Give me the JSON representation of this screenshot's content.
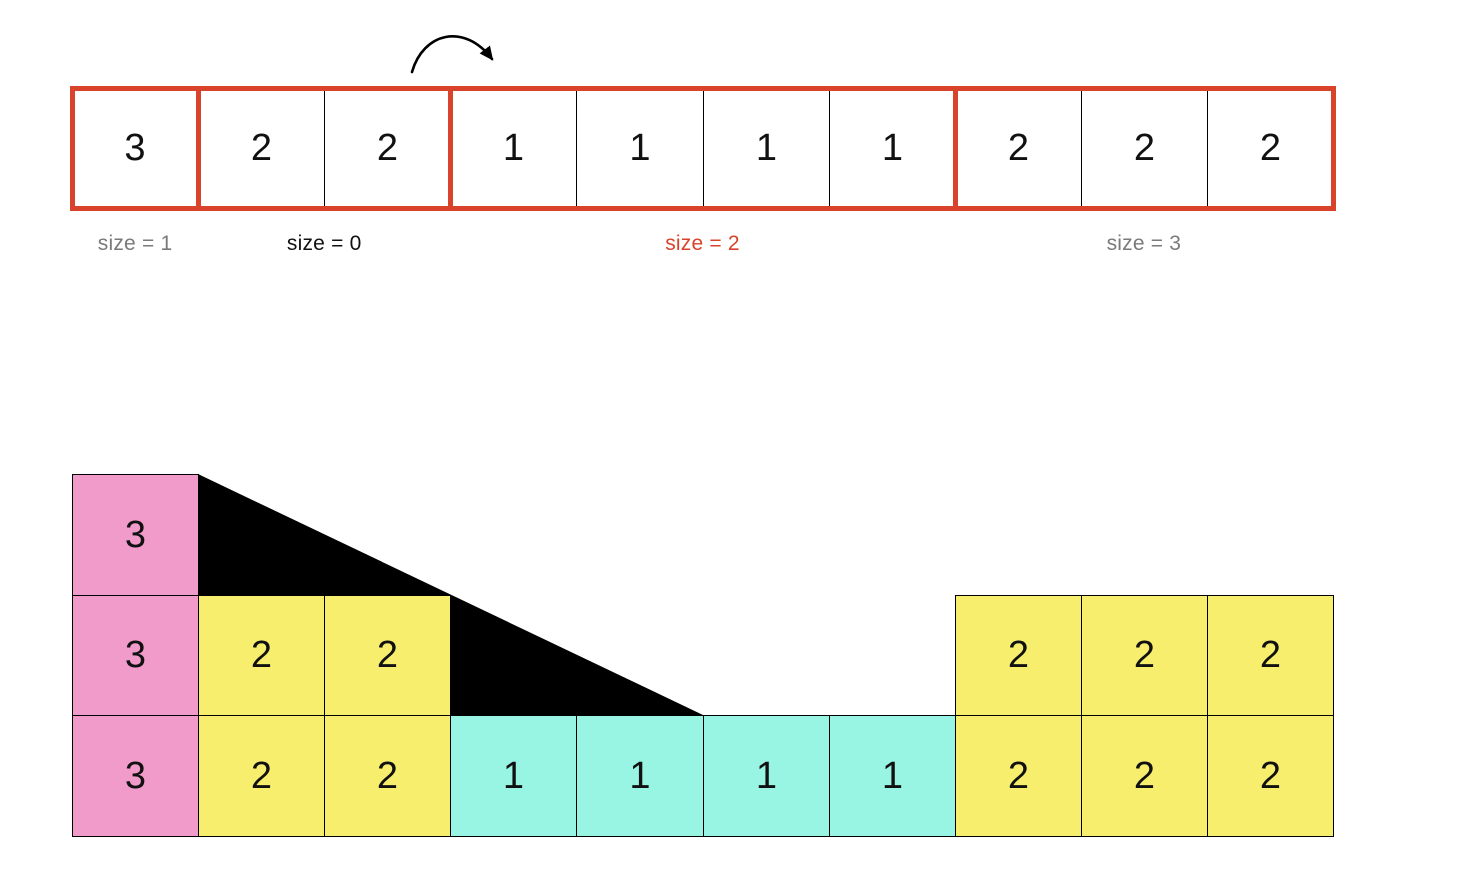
{
  "array": {
    "values": [
      "3",
      "2",
      "2",
      "1",
      "1",
      "1",
      "1",
      "2",
      "2",
      "2"
    ],
    "groups": [
      {
        "label": "size = 1",
        "color": "gray",
        "start": 0,
        "count": 1
      },
      {
        "label": "size = 0",
        "color": "black",
        "start": 1,
        "count": 2
      },
      {
        "label": "size = 2",
        "color": "red",
        "start": 3,
        "count": 4
      },
      {
        "label": "size = 3",
        "color": "gray",
        "start": 7,
        "count": 3
      }
    ]
  },
  "histogram": {
    "columns": [
      {
        "value": "3",
        "height": 3,
        "color": "pink"
      },
      {
        "value": "2",
        "height": 2,
        "color": "yellow"
      },
      {
        "value": "2",
        "height": 2,
        "color": "yellow"
      },
      {
        "value": "1",
        "height": 1,
        "color": "cyan"
      },
      {
        "value": "1",
        "height": 1,
        "color": "cyan"
      },
      {
        "value": "1",
        "height": 1,
        "color": "cyan"
      },
      {
        "value": "1",
        "height": 1,
        "color": "cyan"
      },
      {
        "value": "2",
        "height": 2,
        "color": "yellow"
      },
      {
        "value": "2",
        "height": 2,
        "color": "yellow"
      },
      {
        "value": "2",
        "height": 2,
        "color": "yellow"
      }
    ],
    "max_height": 3
  },
  "icons": {
    "jump_arrow": "curved-jump-arrow"
  },
  "colors": {
    "frame_red": "#d9432b",
    "label_red": "#d9432b",
    "label_gray": "#7a7a7a",
    "label_black": "#111111",
    "pink": "#f09bca",
    "yellow": "#f8ee6e",
    "cyan": "#98f4e3",
    "triangle_black": "#000000",
    "arrow_black": "#000000",
    "cell_border": "#000000"
  }
}
